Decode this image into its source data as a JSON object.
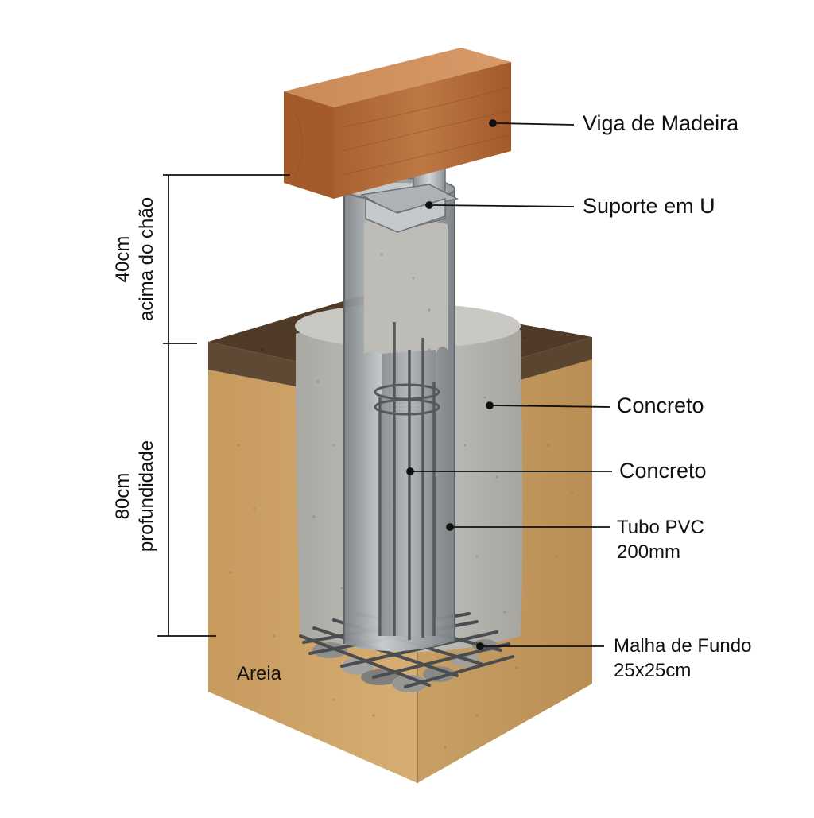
{
  "labels": {
    "beam": "Viga de Madeira",
    "bracket": "Suporte em U",
    "concrete_outer": "Concreto",
    "concrete_inner": "Concreto",
    "pvc_line1": "Tubo PVC",
    "pvc_line2": "200mm",
    "mesh_line1": "Malha de Fundo",
    "mesh_line2": "25x25cm",
    "sand": "Areia"
  },
  "dimensions": {
    "above_value": "40cm",
    "above_text": "acima do chão",
    "below_value": "80cm",
    "below_text": "profundidade"
  },
  "colors": {
    "wood": "#b8703e",
    "soil": "#c9a26a",
    "topsoil": "#5b4631",
    "concrete": "#b9b8b3",
    "steel": "#9ea3a8"
  }
}
